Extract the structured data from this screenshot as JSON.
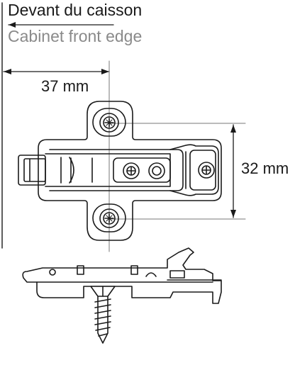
{
  "labels": {
    "front_edge_fr": "Devant du caisson",
    "front_edge_en": "Cabinet front edge",
    "dim_horizontal": "37 mm",
    "dim_vertical": "32 mm"
  },
  "colors": {
    "line": "#1a1a1a",
    "dim_line": "#777777",
    "secondary_text": "#8a8a8a"
  }
}
